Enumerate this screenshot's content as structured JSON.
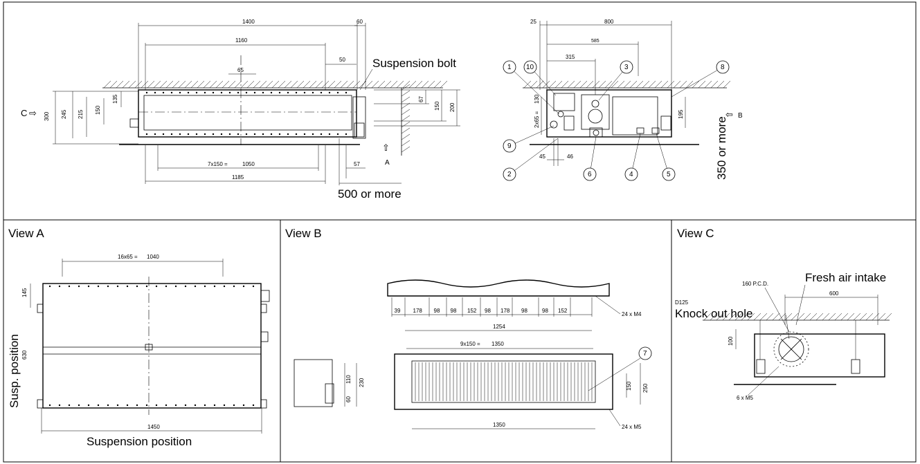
{
  "top_left": {
    "dims": {
      "d1400": "1400",
      "d1160": "1160",
      "d65": "65",
      "d60": "60",
      "d50": "50",
      "d300": "300",
      "d245": "245",
      "d215": "215",
      "d150": "150",
      "d135": "135",
      "d67": "67",
      "d150r": "150",
      "d200": "200",
      "d7x150": "7x150 =",
      "d1050": "1050",
      "d57": "57",
      "d1185": "1185"
    },
    "view_c_arrow": "C",
    "view_a_arrow": "A",
    "suspension_bolt": "Suspension bolt",
    "clearance_500": "500 or more"
  },
  "top_right": {
    "dims": {
      "d25": "25",
      "d800": "800",
      "d585": "585",
      "d315": "315",
      "d2x65": "2x65 =",
      "d130": "130",
      "d195": "195",
      "d45": "45",
      "d46": "46"
    },
    "view_b_arrow": "B",
    "clearance_350": "350 or more",
    "callouts": [
      "1",
      "10",
      "3",
      "8",
      "9",
      "2",
      "6",
      "4",
      "5"
    ]
  },
  "view_a": {
    "title": "View A",
    "dims": {
      "d16x65": "16x65 =",
      "d1040": "1040",
      "d145": "145",
      "d630": "630",
      "d1450": "1450"
    },
    "susp_position": "Susp. position",
    "suspension_position": "Suspension position"
  },
  "view_b": {
    "title": "View B",
    "dims": {
      "row": [
        "39",
        "178",
        "98",
        "98",
        "152",
        "98",
        "178",
        "98",
        "98",
        "152"
      ],
      "d1254": "1254",
      "d24xm4": "24 x M4",
      "d9x150": "9x150 =",
      "d1350top": "1350",
      "d110": "110",
      "d230": "230",
      "d60": "60",
      "d150": "150",
      "d250": "250",
      "d1350": "1350",
      "d24xm5": "24 x M5"
    },
    "callout_7": "7"
  },
  "view_c": {
    "title": "View C",
    "pcd": "160 P.C.D.",
    "fresh_air": "Fresh air intake",
    "d125": "D125",
    "d600": "600",
    "knock_out": "Knock out hole",
    "d100": "100",
    "d6xm5": "6 x M5"
  }
}
